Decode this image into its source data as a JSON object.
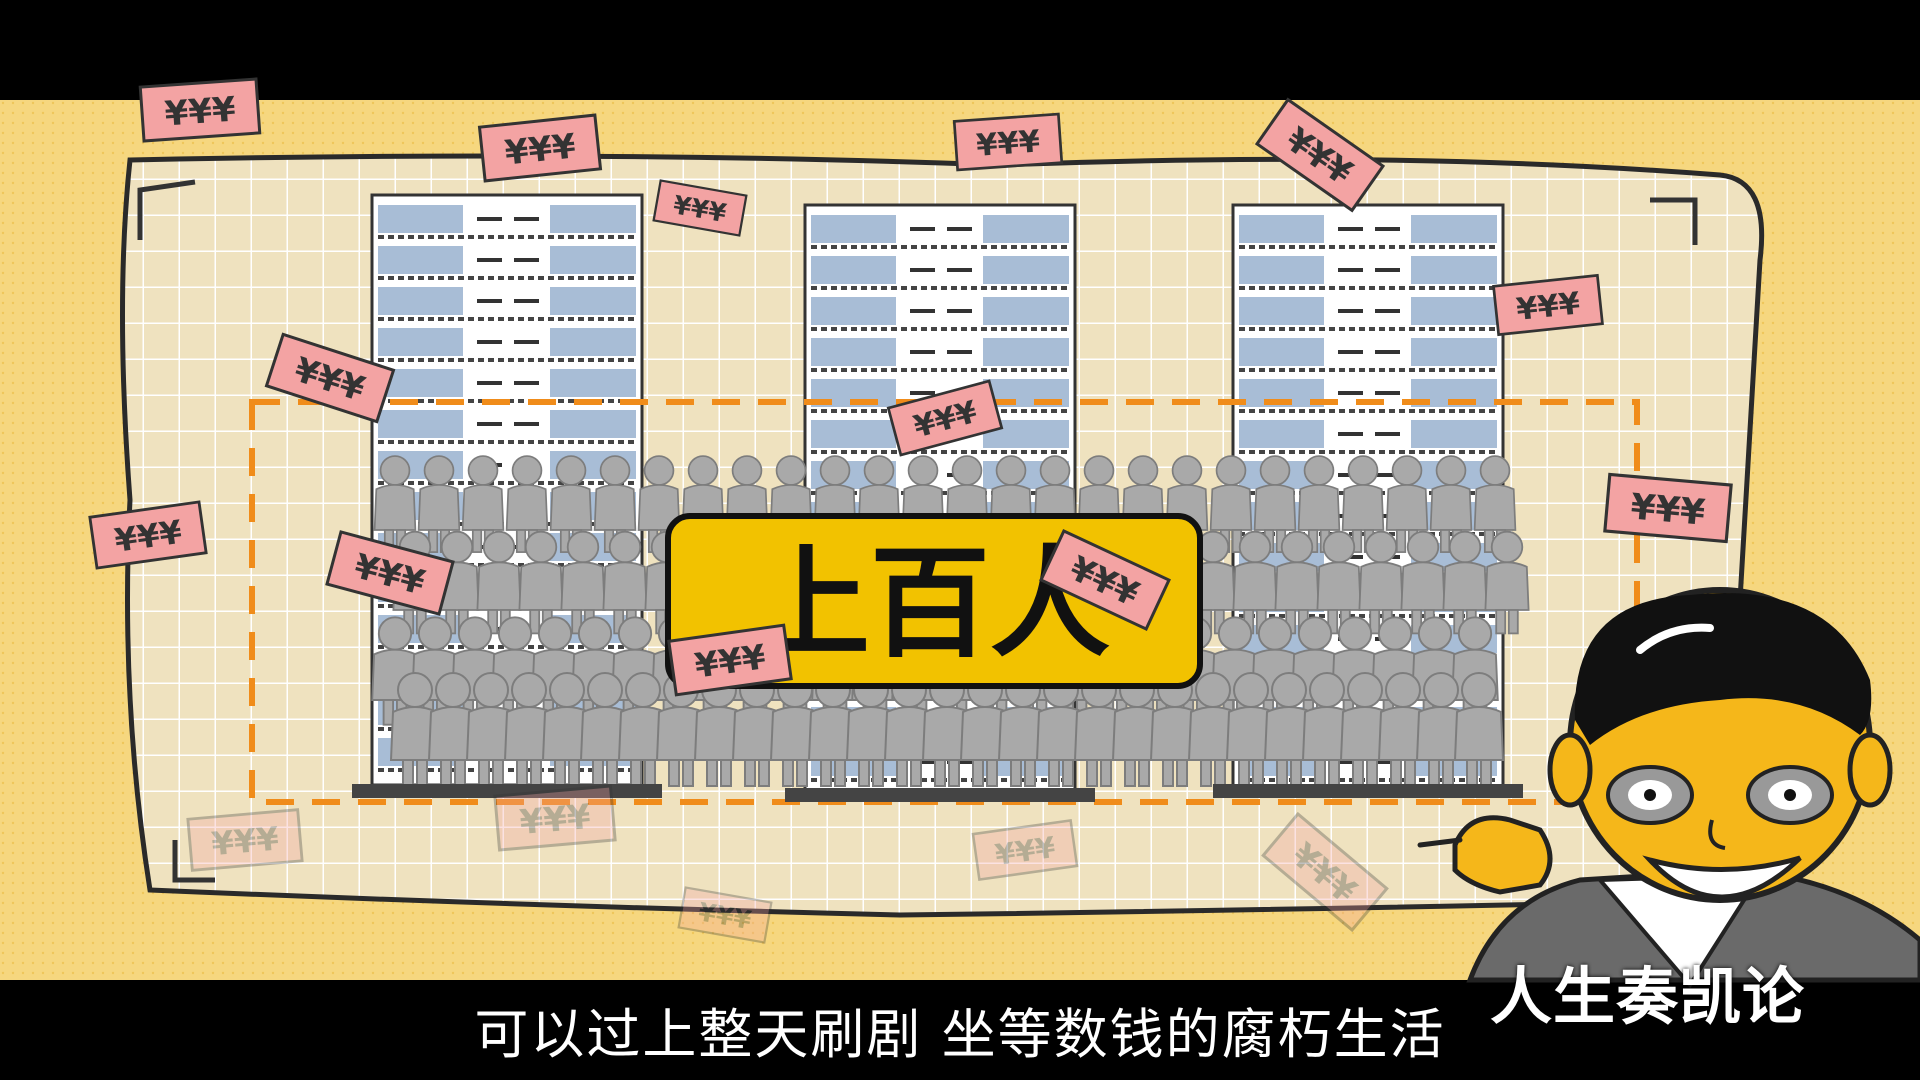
{
  "sign": {
    "label": "上百人"
  },
  "subtitle": "可以过上整天刷剧 坐等数钱的腐朽生活",
  "watermark": "人生奏凯论",
  "banknote": {
    "symbol": "¥¥¥"
  },
  "colors": {
    "background": "#f6d77f",
    "paper": "#f0e4c4",
    "grid": "#ffffff",
    "rack_blue": "#a8bdd6",
    "crowd": "#a9a9a9",
    "sign": "#f2c200",
    "dashed_box": "#f08c1a",
    "banknote": "#f3a3a3",
    "face": "#f5b71a",
    "letterbox": "#000000"
  }
}
